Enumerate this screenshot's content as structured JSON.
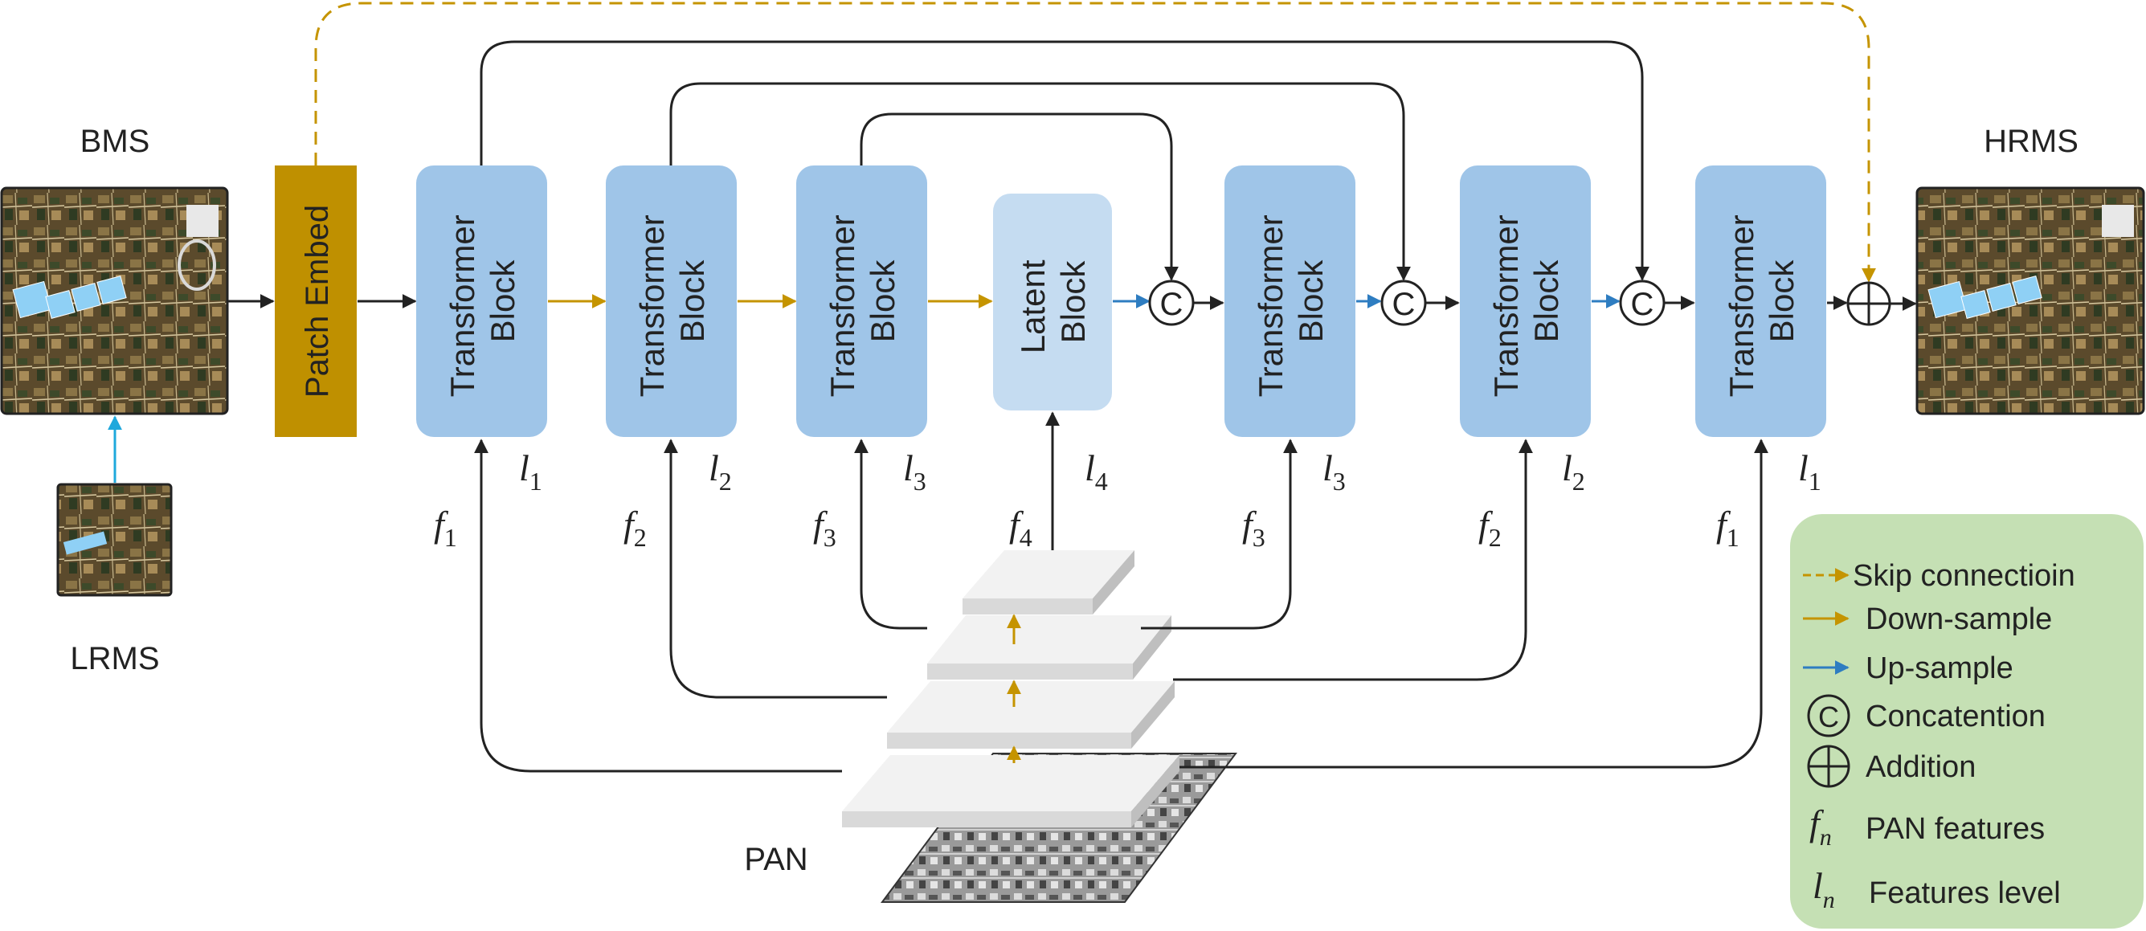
{
  "colors": {
    "transformer": "#9FC5E8",
    "latent": "#C5DCF1",
    "patch_embed": "#BF9000",
    "skip": "#C59400",
    "down": "#C59400",
    "up": "#2E7DC1",
    "black": "#222222",
    "legend_bg": "#C5E0B4",
    "lrms_arrow": "#1FA8DC"
  },
  "labels": {
    "bms": "BMS",
    "lrms": "LRMS",
    "hrms": "HRMS",
    "pan": "PAN",
    "patch_embed": "Patch Embed",
    "transformer_line1": "Transformer",
    "transformer_line2": "Block",
    "latent_line1": "Latent",
    "latent_line2": "Block",
    "concat_symbol": "C"
  },
  "levels": {
    "l_letter": "l",
    "f_letter": "f",
    "encoder": [
      "1",
      "2",
      "3"
    ],
    "latent": "4",
    "decoder": [
      "3",
      "2",
      "1"
    ],
    "f_encoder": [
      "1",
      "2",
      "3"
    ],
    "f_latent": "4",
    "f_decoder": [
      "3",
      "2",
      "1"
    ]
  },
  "legend": {
    "skip": "Skip connectioin",
    "down": "Down-sample",
    "up": "Up-sample",
    "concat": "Concatention",
    "addition": "Addition",
    "pan_features": "PAN features",
    "features_level": "Features level",
    "f_symbol": "f",
    "l_symbol": "l",
    "n_sub": "n"
  }
}
